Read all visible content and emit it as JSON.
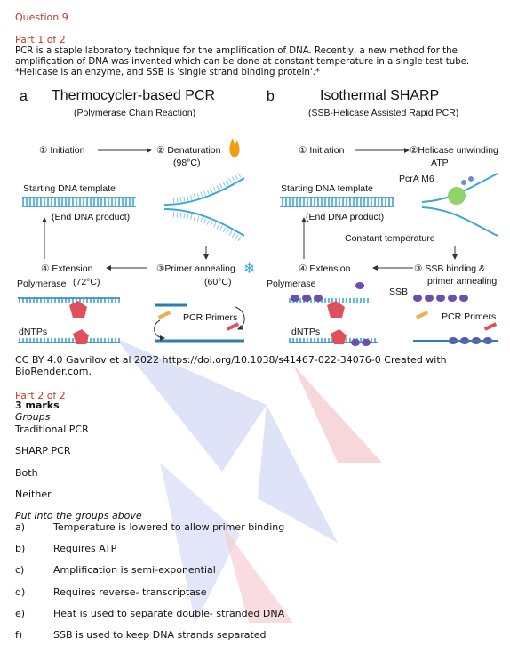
{
  "question_title": "Question 9",
  "part1_label": "Part 1 of 2",
  "intro_text": "PCR is a staple laboratory technique for the amplification of DNA.   Recently, a new method for the amplification of DNA was invented which can be done at constant temperature in a single test tube.   *Helicase is an enzyme, and SSB is 'single strand binding protein'.*",
  "figure": {
    "a": {
      "letter": "a",
      "title": "Thermocycler-based PCR",
      "subtitle": "(Polymerase Chain Reaction)",
      "step1": "① Initiation",
      "step2": "② Denaturation",
      "step2_temp": "(98°C)",
      "template_label": "Starting DNA template",
      "end_product": "(End DNA product)",
      "step4": "④ Extension",
      "step3": "③Primer annealing",
      "step3_temp": "(60°C)",
      "polymerase_label": "Polymerase",
      "extension_temp": "(72°C)",
      "pcr_primers": "PCR Primers",
      "dntps": "dNTPs"
    },
    "b": {
      "letter": "b",
      "title": "Isothermal SHARP",
      "subtitle": "(SSB-Helicase Assisted Rapid PCR)",
      "step1": "① Initiation",
      "step2": "②Helicase unwinding",
      "atp": "ATP",
      "pcra": "PcrA M6",
      "template_label": "Starting DNA template",
      "end_product": "(End DNA product)",
      "constant_temp": "Constant temperature",
      "step4": "④ Extension",
      "step3_line1": "③ SSB binding &",
      "step3_line2": "primer annealing",
      "ssb": "SSB",
      "polymerase_label": "Polymerase",
      "pcr_primers": "PCR Primers",
      "dntps": "dNTPs"
    }
  },
  "credit": "CC BY 4.0 Gavrilov et al 2022 https://doi.org/10.1038/s41467-022-34076-0 Created with BioRender.com.",
  "part2_label": "Part 2 of 2",
  "marks": "3 marks",
  "groups_heading": "Groups",
  "groups": [
    "Traditional PCR",
    "SHARP PCR",
    "Both",
    "Neither"
  ],
  "instruction": "Put into the groups above",
  "items": [
    {
      "letter": "a)",
      "text": "Temperature is  lowered to allow  primer binding"
    },
    {
      "letter": "b)",
      "text": "Requires ATP"
    },
    {
      "letter": "c)",
      "text": "Amplification is  semi-exponential"
    },
    {
      "letter": "d)",
      "text": "Requires reverse- transcriptase"
    },
    {
      "letter": "e)",
      "text": "Heat is used to  separate double-  stranded DNA"
    },
    {
      "letter": "f)",
      "text": "SSB is used to  keep DNA strands  separated"
    }
  ],
  "colors": {
    "heading_red": "#c0392b",
    "dna_blue": "#3aa7d8",
    "polymerase_red": "#e0505a",
    "ssb_purple": "#6a4fb0",
    "watermark_blue": "#c9cff0",
    "watermark_red": "#f2c3c8"
  }
}
